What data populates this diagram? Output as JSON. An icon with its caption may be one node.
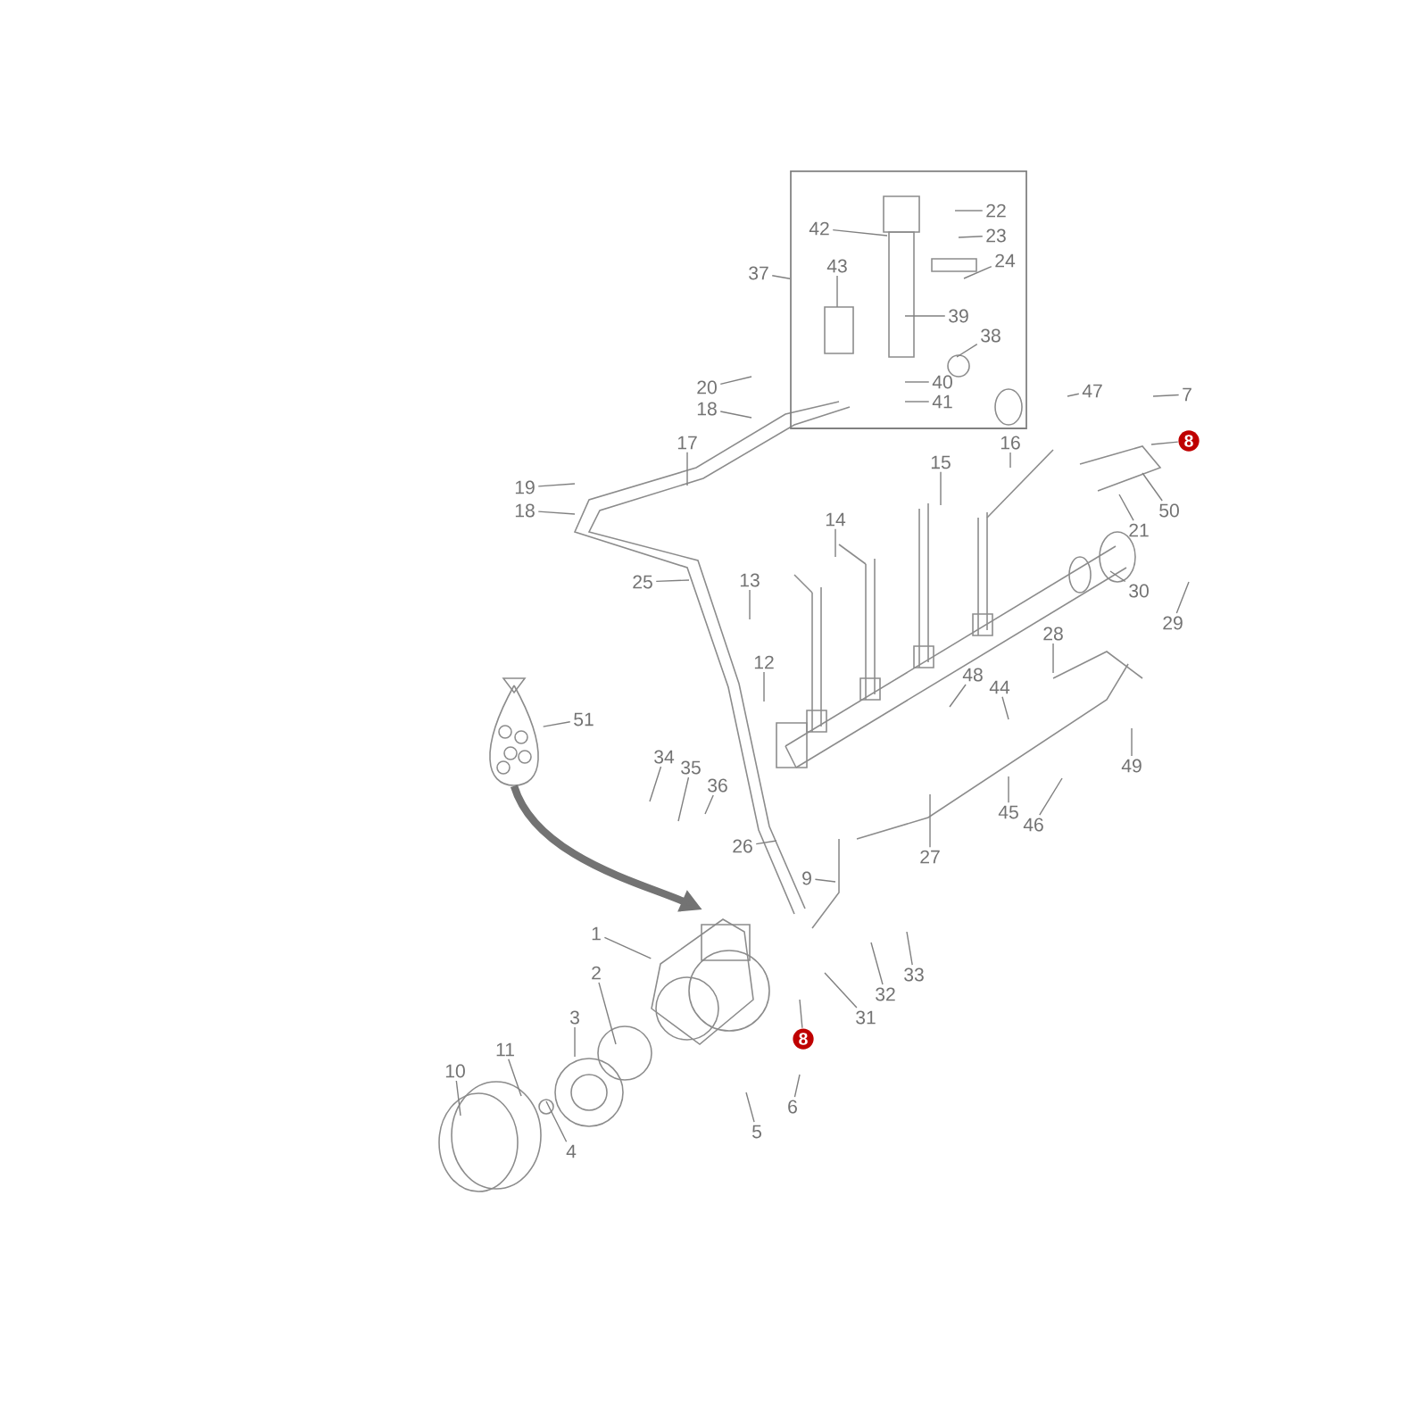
{
  "diagram": {
    "nodes": [
      {
        "text": [],
        "shape": "box"
      },
      {
        "text": [
          "42"
        ],
        "in": 0
      },
      {
        "text": [
          "22"
        ],
        "in": 0
      },
      {
        "text": [
          "23"
        ],
        "in": 0
      },
      {
        "text": [
          "37"
        ]
      },
      {
        "text": [
          "43"
        ],
        "in": 0
      },
      {
        "text": [
          "24"
        ],
        "in": 0
      },
      {
        "text": [
          "39"
        ],
        "in": 0
      },
      {
        "text": [
          "38"
        ],
        "in": 0
      },
      {
        "text": [
          "40"
        ],
        "in": 0
      },
      {
        "text": [
          "41"
        ],
        "in": 0
      },
      {
        "text": [
          "20"
        ]
      },
      {
        "text": [
          "47"
        ]
      },
      {
        "text": [
          "7"
        ]
      },
      {
        "text": [
          "18"
        ]
      },
      {
        "text": [
          "8"
        ]
      },
      {
        "text": [
          "17"
        ]
      },
      {
        "text": [
          "16"
        ]
      },
      {
        "text": [
          "15"
        ]
      },
      {
        "text": [
          "19"
        ]
      },
      {
        "text": [
          "18"
        ]
      },
      {
        "text": [
          "50"
        ]
      },
      {
        "text": [
          "14"
        ]
      },
      {
        "text": [
          "21"
        ]
      },
      {
        "text": [
          "25"
        ]
      },
      {
        "text": [
          "13"
        ]
      },
      {
        "text": [
          "30"
        ]
      },
      {
        "text": [
          "29"
        ]
      },
      {
        "text": [
          "28"
        ]
      },
      {
        "text": [
          "12"
        ]
      },
      {
        "text": [
          "48"
        ]
      },
      {
        "text": [
          "44"
        ]
      },
      {
        "text": [
          "51"
        ]
      },
      {
        "text": [],
        "shape": "picture"
      },
      {
        "text": [
          "34"
        ]
      },
      {
        "text": [
          "35"
        ]
      },
      {
        "text": [
          "36"
        ]
      },
      {
        "text": [
          "49"
        ]
      },
      {
        "text": [
          "45"
        ]
      },
      {
        "text": [
          "46"
        ]
      },
      {
        "text": [
          "26"
        ]
      },
      {
        "text": [
          "27"
        ]
      },
      {
        "text": [
          "9"
        ]
      },
      {
        "text": [],
        "shape": "picture"
      },
      {
        "text": [
          "1"
        ]
      },
      {
        "text": [
          "2"
        ]
      },
      {
        "text": [
          "33"
        ]
      },
      {
        "text": [
          "32"
        ]
      },
      {
        "text": [
          "31"
        ]
      },
      {
        "text": [
          "3"
        ]
      },
      {
        "text": [
          "8"
        ]
      },
      {
        "text": [
          "11"
        ]
      },
      {
        "text": [
          "10"
        ]
      },
      {
        "text": [
          "6"
        ]
      },
      {
        "text": [
          "4"
        ]
      },
      {
        "text": [
          "5"
        ]
      }
    ],
    "edges": [
      {
        "from": 1,
        "to": null,
        "arrow": "none"
      },
      {
        "from": 2,
        "to": null,
        "arrow": "none"
      },
      {
        "from": 3,
        "to": null,
        "arrow": "none"
      },
      {
        "from": 4,
        "to": 0,
        "arrow": "none"
      },
      {
        "from": 5,
        "to": null,
        "arrow": "none"
      },
      {
        "from": 6,
        "to": null,
        "arrow": "none"
      },
      {
        "from": 7,
        "to": null,
        "arrow": "none"
      },
      {
        "from": 8,
        "to": null,
        "arrow": "none"
      },
      {
        "from": 9,
        "to": null,
        "arrow": "none"
      },
      {
        "from": 10,
        "to": null,
        "arrow": "none"
      },
      {
        "from": 11,
        "to": null,
        "arrow": "none"
      },
      {
        "from": 12,
        "to": null,
        "arrow": "none"
      },
      {
        "from": 13,
        "to": null,
        "arrow": "none"
      },
      {
        "from": 14,
        "to": null,
        "arrow": "none"
      },
      {
        "from": 15,
        "to": null,
        "arrow": "none"
      },
      {
        "from": 16,
        "to": null,
        "arrow": "none"
      },
      {
        "from": 17,
        "to": null,
        "arrow": "none"
      },
      {
        "from": 18,
        "to": null,
        "arrow": "none"
      },
      {
        "from": 19,
        "to": null,
        "arrow": "none"
      },
      {
        "from": 20,
        "to": null,
        "arrow": "none"
      },
      {
        "from": 21,
        "to": null,
        "arrow": "none"
      },
      {
        "from": 22,
        "to": null,
        "arrow": "none"
      },
      {
        "from": 23,
        "to": null,
        "arrow": "none"
      },
      {
        "from": 24,
        "to": null,
        "arrow": "none"
      },
      {
        "from": 25,
        "to": null,
        "arrow": "none"
      },
      {
        "from": 26,
        "to": null,
        "arrow": "none"
      },
      {
        "from": 27,
        "to": null,
        "arrow": "none"
      },
      {
        "from": 28,
        "to": null,
        "arrow": "none"
      },
      {
        "from": 29,
        "to": null,
        "arrow": "none"
      },
      {
        "from": 30,
        "to": null,
        "arrow": "none"
      },
      {
        "from": 31,
        "to": null,
        "arrow": "none"
      },
      {
        "from": 32,
        "to": 33,
        "arrow": "none"
      },
      {
        "from": 33,
        "to": 43,
        "arrow": "to",
        "style": "thick"
      },
      {
        "from": 34,
        "to": null,
        "arrow": "none"
      },
      {
        "from": 35,
        "to": null,
        "arrow": "none"
      },
      {
        "from": 36,
        "to": null,
        "arrow": "none"
      },
      {
        "from": 37,
        "to": null,
        "arrow": "none"
      },
      {
        "from": 38,
        "to": null,
        "arrow": "none"
      },
      {
        "from": 39,
        "to": null,
        "arrow": "none"
      },
      {
        "from": 40,
        "to": null,
        "arrow": "none"
      },
      {
        "from": 41,
        "to": null,
        "arrow": "none"
      },
      {
        "from": 42,
        "to": null,
        "arrow": "none"
      },
      {
        "from": 44,
        "to": 43,
        "arrow": "none"
      },
      {
        "from": 45,
        "to": null,
        "arrow": "none"
      },
      {
        "from": 46,
        "to": null,
        "arrow": "none"
      },
      {
        "from": 47,
        "to": null,
        "arrow": "none"
      },
      {
        "from": 48,
        "to": null,
        "arrow": "none"
      },
      {
        "from": 49,
        "to": null,
        "arrow": "none"
      },
      {
        "from": 50,
        "to": null,
        "arrow": "none"
      },
      {
        "from": 51,
        "to": null,
        "arrow": "none"
      },
      {
        "from": 52,
        "to": null,
        "arrow": "none"
      },
      {
        "from": 53,
        "to": null,
        "arrow": "none"
      },
      {
        "from": 54,
        "to": null,
        "arrow": "none"
      },
      {
        "from": 55,
        "to": null,
        "arrow": "none"
      }
    ]
  }
}
